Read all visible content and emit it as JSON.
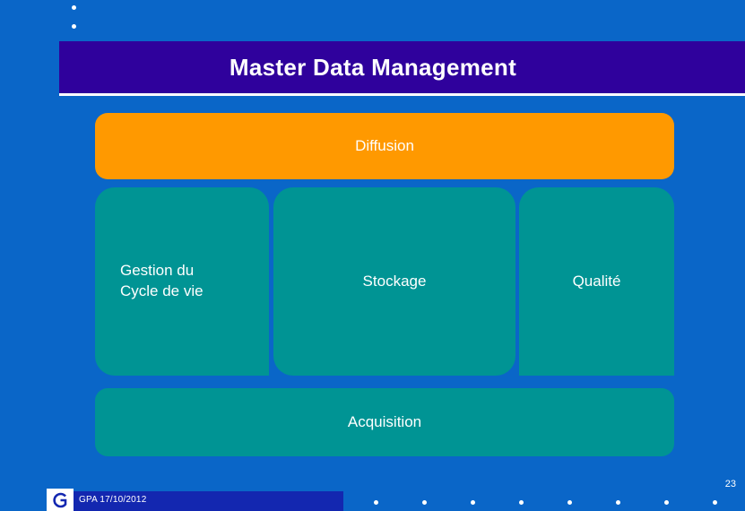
{
  "slide": {
    "title": "Master Data Management",
    "page_number": "23",
    "colors": {
      "background": "#0a66c8",
      "title_bar": "#2f019c",
      "diffusion": "#ff9900",
      "teal": "#009494",
      "footer_bar": "#1327b0"
    },
    "diagram": {
      "blocks": [
        {
          "id": "diffusion",
          "label": "Diffusion"
        },
        {
          "id": "gestion-cycle-de-vie",
          "label": "Gestion du\nCycle de vie",
          "line1": "Gestion du",
          "line2": "Cycle de vie"
        },
        {
          "id": "stockage",
          "label": "Stockage"
        },
        {
          "id": "qualite",
          "label": "Qualité"
        },
        {
          "id": "acquisition",
          "label": "Acquisition"
        }
      ]
    },
    "footer": {
      "text": "GPA 17/10/2012",
      "logo": "gpa-logo-icon"
    }
  }
}
